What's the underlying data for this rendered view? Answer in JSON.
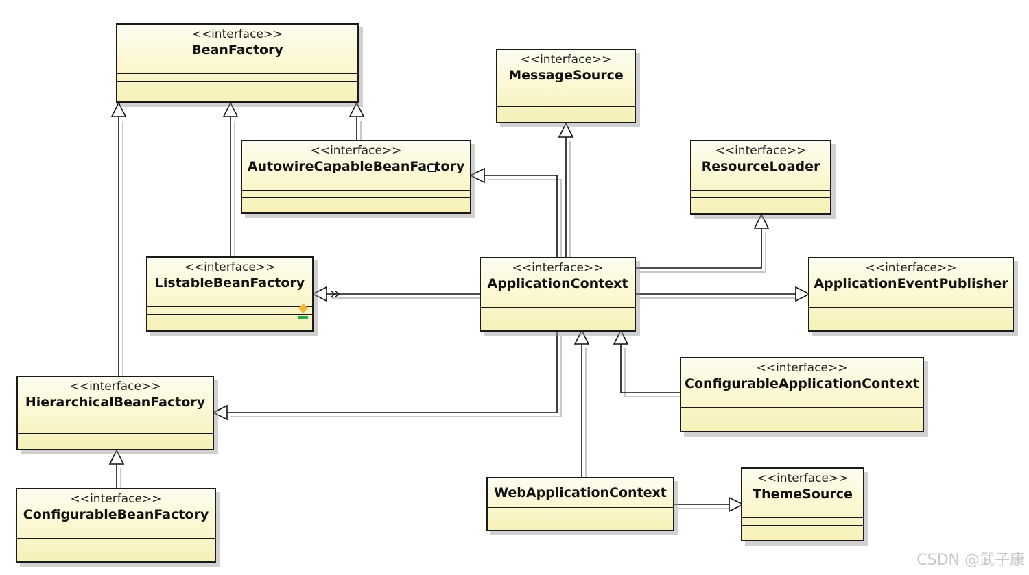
{
  "stereotype": "<<interface>>",
  "classes": {
    "bean_factory": {
      "name": "BeanFactory",
      "stereotype": "<<interface>>"
    },
    "message_source": {
      "name": "MessageSource",
      "stereotype": "<<interface>>"
    },
    "autowire_capable_bean_factory": {
      "name": "AutowireCapableBeanFactory",
      "stereotype": "<<interface>>"
    },
    "resource_loader": {
      "name": "ResourceLoader",
      "stereotype": "<<interface>>"
    },
    "listable_bean_factory": {
      "name": "ListableBeanFactory",
      "stereotype": "<<interface>>"
    },
    "application_context": {
      "name": "ApplicationContext",
      "stereotype": "<<interface>>"
    },
    "application_event_publisher": {
      "name": "ApplicationEventPublisher",
      "stereotype": "<<interface>>"
    },
    "configurable_application_context": {
      "name": "ConfigurableApplicationContext",
      "stereotype": "<<interface>>"
    },
    "hierarchical_bean_factory": {
      "name": "HierarchicalBeanFactory",
      "stereotype": "<<interface>>"
    },
    "configurable_bean_factory": {
      "name": "ConfigurableBeanFactory",
      "stereotype": "<<interface>>"
    },
    "web_application_context": {
      "name": "WebApplicationContext"
    },
    "theme_source": {
      "name": "ThemeSource",
      "stereotype": "<<interface>>"
    }
  },
  "relations": [
    {
      "from": "AutowireCapableBeanFactory",
      "to": "BeanFactory",
      "type": "generalization"
    },
    {
      "from": "ListableBeanFactory",
      "to": "BeanFactory",
      "type": "generalization"
    },
    {
      "from": "HierarchicalBeanFactory",
      "to": "BeanFactory",
      "type": "generalization"
    },
    {
      "from": "ConfigurableBeanFactory",
      "to": "HierarchicalBeanFactory",
      "type": "generalization"
    },
    {
      "from": "ApplicationContext",
      "to": "MessageSource",
      "type": "generalization"
    },
    {
      "from": "ApplicationContext",
      "to": "AutowireCapableBeanFactory",
      "type": "generalization"
    },
    {
      "from": "ApplicationContext",
      "to": "ResourceLoader",
      "type": "generalization"
    },
    {
      "from": "ApplicationContext",
      "to": "ListableBeanFactory",
      "type": "generalization"
    },
    {
      "from": "ApplicationContext",
      "to": "ApplicationEventPublisher",
      "type": "generalization"
    },
    {
      "from": "ApplicationContext",
      "to": "HierarchicalBeanFactory",
      "type": "generalization"
    },
    {
      "from": "ConfigurableApplicationContext",
      "to": "ApplicationContext",
      "type": "generalization"
    },
    {
      "from": "WebApplicationContext",
      "to": "ApplicationContext",
      "type": "generalization"
    },
    {
      "from": "WebApplicationContext",
      "to": "ThemeSource",
      "type": "generalization"
    }
  ],
  "colors": {
    "class_fill": "#fbf7cf",
    "border": "#1a1a1a",
    "shadow": "#999999",
    "watermark": "#c9c9c9"
  },
  "watermark": "CSDN @武子康"
}
